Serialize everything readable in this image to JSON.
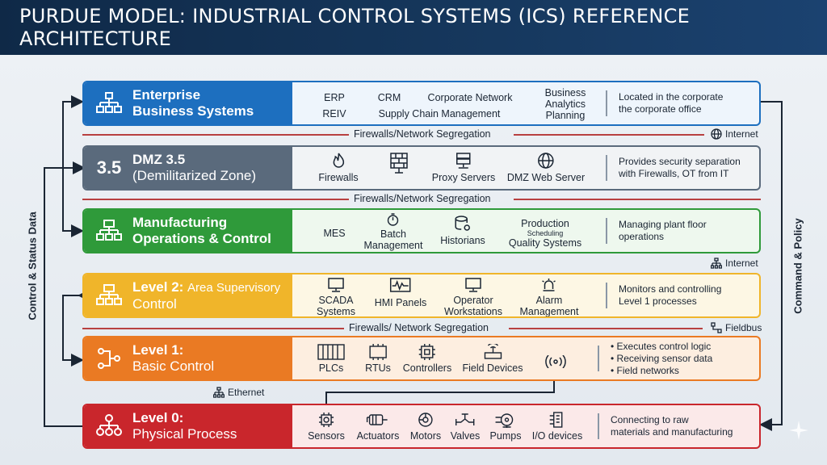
{
  "title": "PURDUE MODEL: INDUSTRIAL CONTROL SYSTEMS (ICS) REFERENCE ARCHITECTURE",
  "side_labels": {
    "left": "Control & Status Data",
    "right": "Command & Policy"
  },
  "colors": {
    "enterprise": "#1d6fbf",
    "dmz": "#5a6a7c",
    "manufacturing": "#2f9a3a",
    "level2": "#f0b52a",
    "level1": "#ea7a23",
    "level0": "#c9262c"
  },
  "levels": {
    "enterprise": {
      "title_line1": "Enterprise",
      "title_line2": "Business Systems",
      "items": {
        "erp": "ERP",
        "crm": "CRM",
        "corp_net": "Corporate Network",
        "bi_1": "Business",
        "bi_2": "Analytics",
        "bi_3": "Planning",
        "rev": "REΙV",
        "scm": "Supply Chain Management"
      },
      "desc_1": "Located in the corporate",
      "desc_2": "the corporate office"
    },
    "dmz": {
      "number": "3.5",
      "title_line1": "DMZ 3.5",
      "title_line2": "(Demilitarized Zone)",
      "items": {
        "firewalls": "Firewalls",
        "proxy": "Proxy Servers",
        "web": "DMZ Web Server"
      },
      "desc_1": "Provides security separation",
      "desc_2": "with Firewalls, OT from IT"
    },
    "manufacturing": {
      "title_line1": "Manufacturing",
      "title_line2": "Operations & Control",
      "items": {
        "mes": "MES",
        "batch_1": "Batch",
        "batch_2": "Management",
        "historians": "Historians",
        "prod_1": "Production",
        "prod_2": "Scheduling",
        "prod_3": "Quality Systems"
      },
      "desc_1": "Managing plant floor",
      "desc_2": "operations"
    },
    "level2": {
      "title_a": "Level 2:",
      "title_b": "Area Supervisory",
      "title_line2": "Control",
      "items": {
        "scada_1": "SCADA",
        "scada_2": "Systems",
        "hmi": "HMI Panels",
        "ow_1": "Operator",
        "ow_2": "Workstations",
        "alarm_1": "Alarm",
        "alarm_2": "Management"
      },
      "desc_1": "Monitors and controlling",
      "desc_2": "Level 1 processes"
    },
    "level1": {
      "title_line1": "Level 1:",
      "title_line2": "Basic Control",
      "items": {
        "plcs": "PLCs",
        "rtus": "RTUs",
        "controllers": "Controllers",
        "field": "Field Devices"
      },
      "bullets": [
        "Executes control logic",
        "Receiving sensor data",
        "Field networks"
      ]
    },
    "level0": {
      "title_line1": "Level 0:",
      "title_line2": "Physical Process",
      "items": {
        "sensors": "Sensors",
        "actuators": "Actuators",
        "motors": "Motors",
        "valves": "Valves",
        "pumps": "Pumps",
        "io": "I/O devices"
      },
      "desc_1": "Connecting to raw",
      "desc_2": "materials and manufacturing"
    }
  },
  "separators": {
    "s1": "Firewalls/Network Segregation",
    "s2": "Firewalls/Network Segregation",
    "s3": "Firewalls/ Network Segregation"
  },
  "tags": {
    "internet_1": "Internet",
    "internet_2": "Internet",
    "fieldbus": "Fieldbus",
    "ethernet": "Ethernet"
  }
}
